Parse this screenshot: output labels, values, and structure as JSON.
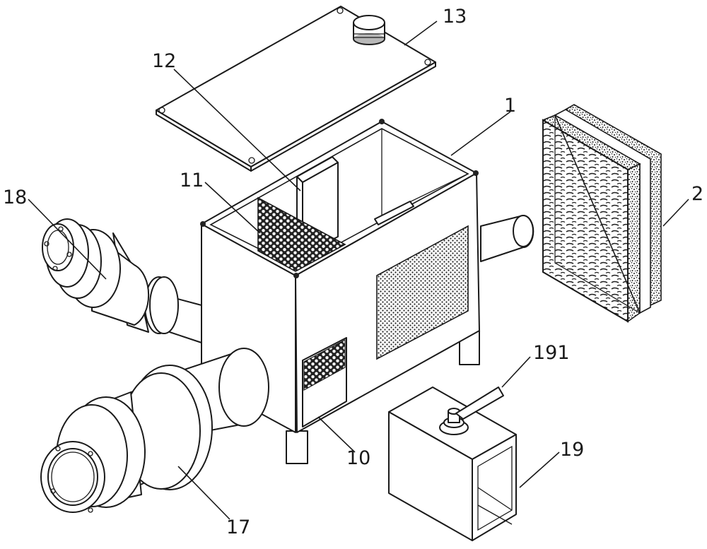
{
  "labels": {
    "housing": "1",
    "filter_panel": "2",
    "lower_mesh_window": "10",
    "mesh_partition": "11",
    "divider_plate": "12",
    "top_cover": "13",
    "front_pipe": "17",
    "back_pipe": "18",
    "tank": "19",
    "tank_valve": "191"
  }
}
